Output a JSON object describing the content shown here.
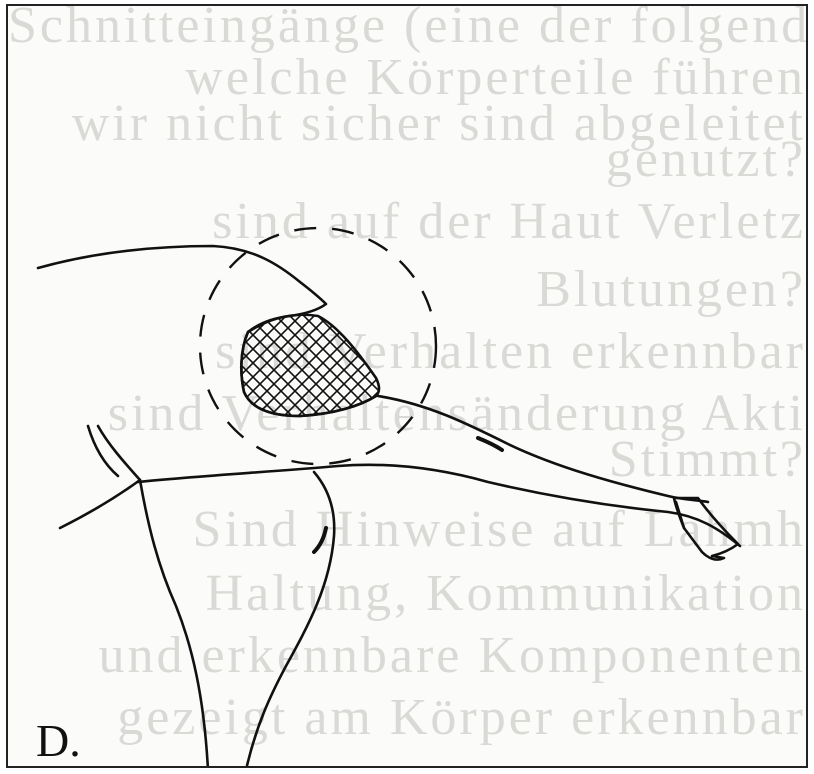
{
  "figure": {
    "panel_label": "D.",
    "bleed_through_text": [
      "Schnitteingänge (eine der folgenden Ereignisse",
      "welche Körperteile führen",
      "wir nicht sicher sind abgeleitet",
      "genutzt?",
      "sind auf der Haut Verletz",
      "Blutungen?",
      "sind Verhalten erkennbar",
      "sind Verhaltensänderung Akti",
      "Stimmt?",
      "Sind Hinweise auf Lahmh",
      "Haltung, Kommunikation",
      "und erkennbare Komponenten",
      "gezeigt am Körper erkennbar"
    ],
    "colors": {
      "ink": "#111111",
      "frame": "#222222",
      "paper": "#fbfbfa",
      "bleed": "#d9d9d6"
    },
    "marks": {
      "dashed_circle": "dashed-circle",
      "hatched_area": "cross-hatching"
    }
  }
}
